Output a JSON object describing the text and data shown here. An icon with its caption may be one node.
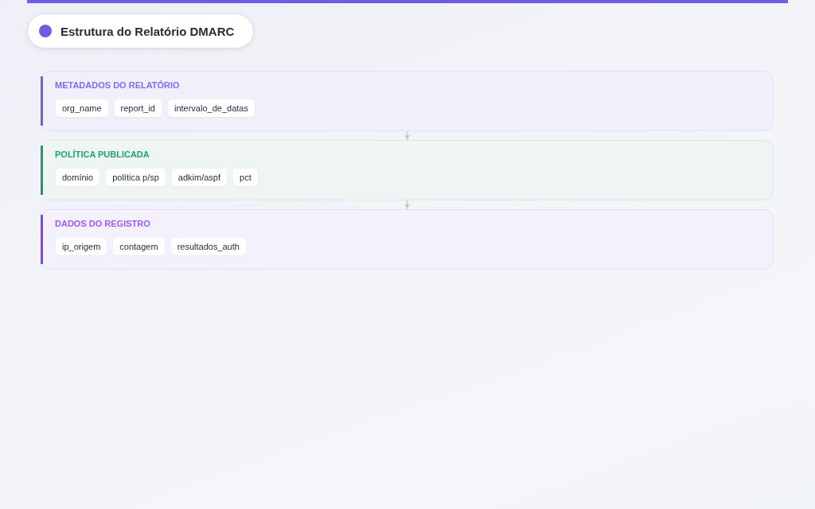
{
  "diagram": {
    "title": "Estrutura do Relatório DMARC",
    "nodes": [
      {
        "text": [
          "METADADOS DO RELATÓRIO"
        ]
      },
      {
        "text": [
          "org_name"
        ],
        "in": 0
      },
      {
        "text": [
          "report_id"
        ],
        "in": 0
      },
      {
        "text": [
          "intervalo_de_datas"
        ],
        "in": 0
      },
      {
        "text": [
          "POLÍTICA PUBLICADA"
        ]
      },
      {
        "text": [
          "domínio"
        ],
        "in": 4
      },
      {
        "text": [
          "política p/sp"
        ],
        "in": 4
      },
      {
        "text": [
          "adkim/aspf"
        ],
        "in": 4
      },
      {
        "text": [
          "pct"
        ],
        "in": 4
      },
      {
        "text": [
          "DADOS DO REGISTRO"
        ]
      },
      {
        "text": [
          "ip_origem"
        ],
        "in": 9
      },
      {
        "text": [
          "contagem"
        ],
        "in": 9
      },
      {
        "text": [
          "resultados_auth"
        ],
        "in": 9
      }
    ],
    "edges": [
      {
        "from": 0,
        "to": 4,
        "arrow": "to"
      },
      {
        "from": 4,
        "to": 9,
        "arrow": "to"
      }
    ]
  }
}
